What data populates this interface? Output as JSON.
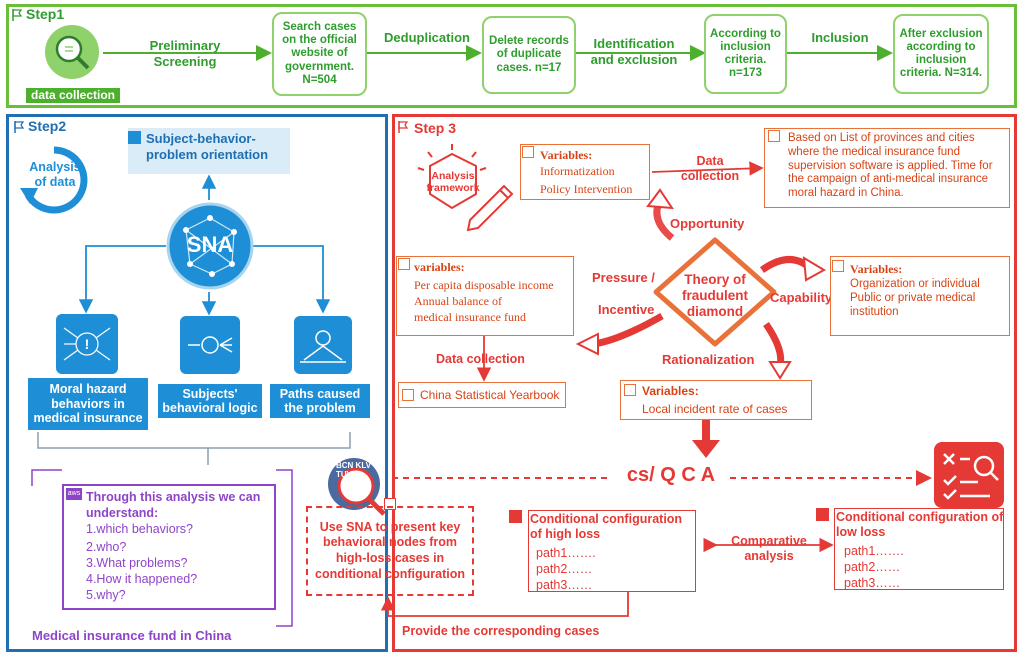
{
  "step1": {
    "label": "Step1",
    "data_collection": "data collection",
    "edges": [
      "Preliminary Screening",
      "Deduplication",
      "Identification and exclusion",
      "Inclusion"
    ],
    "boxes": [
      "Search cases on the official website of government. N=504",
      "Delete records of duplicate cases. n=17",
      "According to inclusion criteria. n=173",
      "After exclusion according to inclusion criteria. N=314."
    ]
  },
  "step2": {
    "label": "Step2",
    "analysis": "Analysis of data",
    "orientation": "Subject-behavior-problem orientation",
    "sna": "SNA",
    "outputs": [
      "Moral hazard behaviors in medical insurance",
      "Subjects' behavioral logic",
      "Paths caused the problem"
    ],
    "aws": "aws",
    "understand_title": "Through this analysis we can understand:",
    "understand_items": [
      "1.which behaviors?",
      "2.who?",
      "3.What problems?",
      "4.How it happened?",
      "5.why?"
    ],
    "bottom": "Medical insurance fund in China"
  },
  "step3": {
    "label": "Step 3",
    "framework": "Analysis framework",
    "var_top": {
      "title": "Variables:",
      "items": [
        "Informatization",
        "Policy Intervention"
      ]
    },
    "data_collection_top": "Data collection",
    "note_top": "Based on List of provinces and cities where the medical insurance fund supervision software is applied. Time for the campaign of anti-medical insurance moral hazard in China.",
    "opportunity": "Opportunity",
    "pressure": "Pressure /",
    "incentive": "Incentive",
    "theory": "Theory of fraudulent diamond",
    "capability": "Capability",
    "rationalization": "Rationalization",
    "var_left": {
      "title": "variables:",
      "items": [
        "Per capita disposable income",
        "Annual balance of",
        "medical insurance fund"
      ]
    },
    "data_collection_left": "Data collection",
    "yearbook": "China Statistical Yearbook",
    "var_right": {
      "title": "Variables:",
      "items": [
        "Organization or individual",
        "Public or private medical",
        "institution"
      ]
    },
    "var_bottom": {
      "title": "Variables:",
      "items": [
        "Local incident rate of cases"
      ]
    },
    "qca": "cs/ Q C A",
    "sna_note": "Use SNA to present key behavioral nodes from high-loss cases in conditional configuration",
    "high": {
      "title": "Conditional configuration of high loss",
      "paths": [
        "path1…….",
        "path2……",
        "path3……"
      ]
    },
    "comparative": "Comparative analysis",
    "low": {
      "title": "Conditional configuration of low loss",
      "paths": [
        "path1…….",
        "path2……",
        "path3……"
      ]
    },
    "provide": "Provide the corresponding cases",
    "letters": "BCN KLV TUV"
  }
}
